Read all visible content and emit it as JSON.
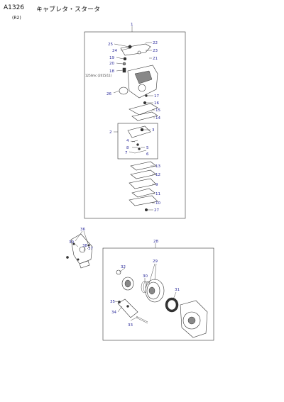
{
  "header": {
    "code": "A1326",
    "title": "キャブレタ・スタータ",
    "revision": "(R2)"
  },
  "note": "1254mc (2015/11)",
  "labels": {
    "p1": "1",
    "p2": "2",
    "p3": "3",
    "p4": "4",
    "p5": "5",
    "p6": "6",
    "p7": "7",
    "p8": "8",
    "p9": "9",
    "p10": "10",
    "p11": "11",
    "p12": "12",
    "p13": "13",
    "p14": "14",
    "p15": "15",
    "p16": "16",
    "p17": "17",
    "p18": "18",
    "p19": "19",
    "p20": "20",
    "p21": "21",
    "p22": "22",
    "p23": "23",
    "p24": "24",
    "p25": "25",
    "p26": "26",
    "p27": "27",
    "p28": "28",
    "p29": "29",
    "p30": "30",
    "p31": "31",
    "p32": "32",
    "p33": "33",
    "p34": "34",
    "p35": "35",
    "p36": "36",
    "p37": "37",
    "p38": "38",
    "p39": "39"
  }
}
